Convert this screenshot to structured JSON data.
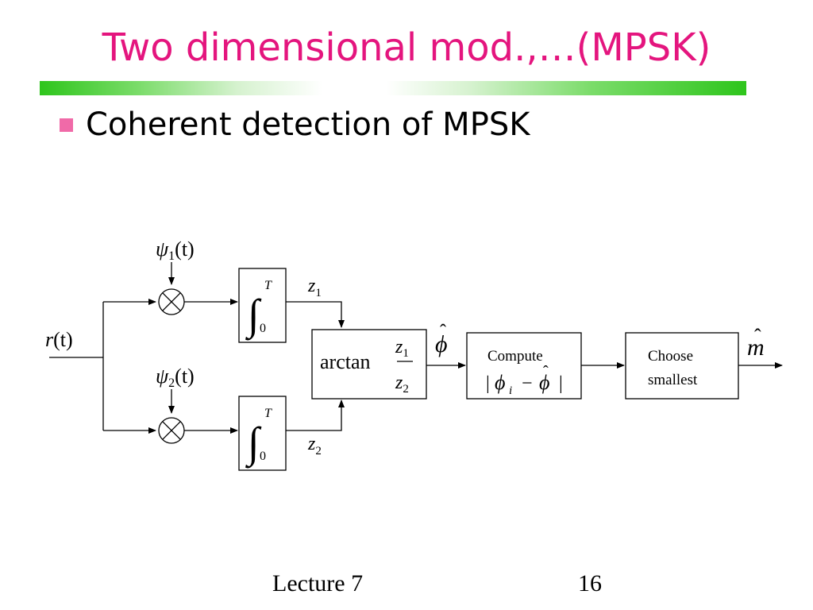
{
  "slide": {
    "title": "Two dimensional mod.,…(MPSK)",
    "bullet": "Coherent detection of MPSK",
    "footer_left": "Lecture 7",
    "page_number": "16"
  },
  "colors": {
    "title": "#e4157e",
    "bullet": "#f06aa8",
    "bar": "#2ec51c"
  },
  "diagram": {
    "input": {
      "symbol": "r",
      "arg": "(t)"
    },
    "basis1": {
      "symbol": "ψ",
      "sub": "1",
      "arg": "(t)"
    },
    "basis2": {
      "symbol": "ψ",
      "sub": "2",
      "arg": "(t)"
    },
    "integrator_upper": "T",
    "integrator_lower": "0",
    "integral_sign": "∫",
    "z1": {
      "symbol": "z",
      "sub": "1"
    },
    "z2": {
      "symbol": "z",
      "sub": "2"
    },
    "arctan_label": "arctan",
    "phi_hat": {
      "symbol": "ϕ",
      "hat": "ˆ"
    },
    "compute": {
      "line1": "Compute",
      "bar": "|",
      "phi": "ϕ",
      "phi_sub": "i",
      "minus": "−",
      "phi_hat": "ϕ",
      "hat": "ˆ"
    },
    "choose": {
      "line1": "Choose",
      "line2": "smallest"
    },
    "output": {
      "symbol": "m",
      "hat": "ˆ"
    }
  }
}
